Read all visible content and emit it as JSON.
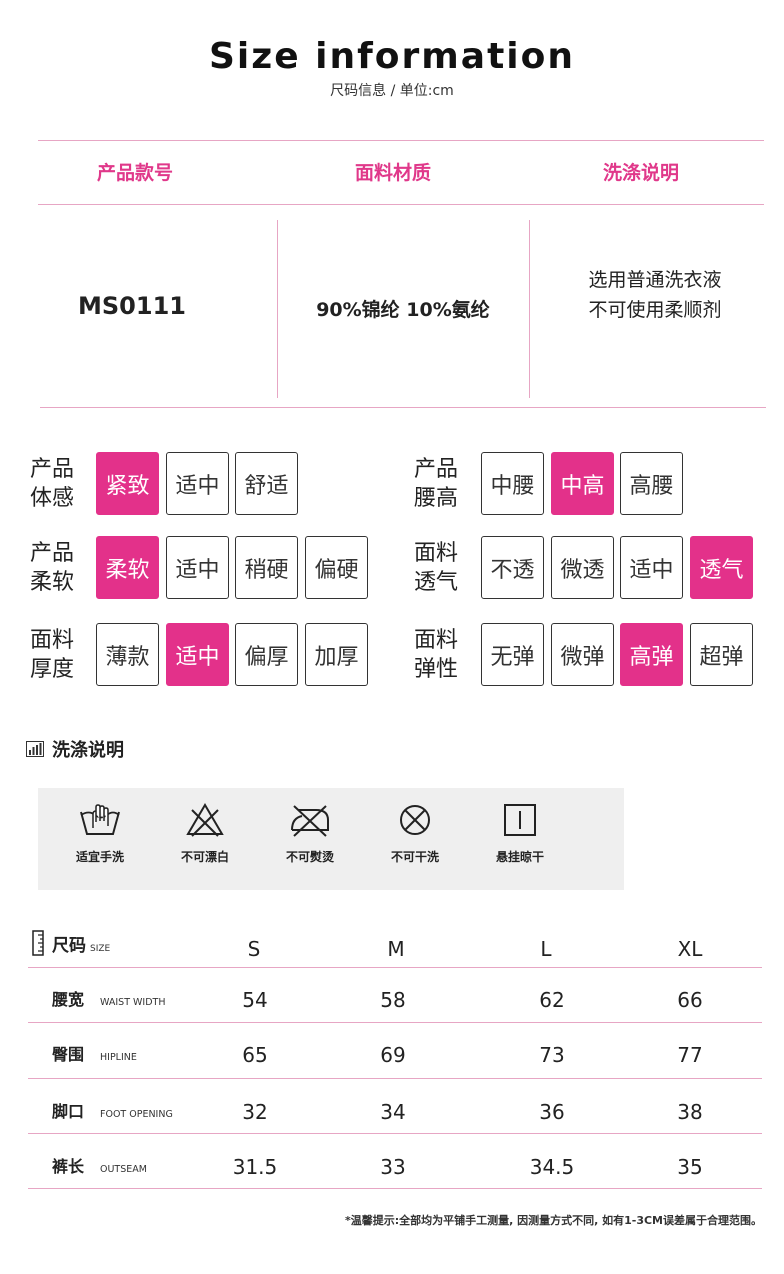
{
  "header": {
    "title": "Size information",
    "subtitle": "尺码信息 / 单位:cm"
  },
  "info_table": {
    "headers": [
      "产品款号",
      "面料材质",
      "洗涤说明"
    ],
    "product_id": "MS0111",
    "material": "90%锦纶 10%氨纶",
    "wash_lines": [
      "选用普通洗衣液",
      "不可使用柔顺剂"
    ]
  },
  "attributes": [
    {
      "label": [
        "产品",
        "体感"
      ],
      "options": [
        "紧致",
        "适中",
        "舒适"
      ],
      "selected": 0
    },
    {
      "label": [
        "产品",
        "腰高"
      ],
      "options": [
        "中腰",
        "中高",
        "高腰"
      ],
      "selected": 1
    },
    {
      "label": [
        "产品",
        "柔软"
      ],
      "options": [
        "柔软",
        "适中",
        "稍硬",
        "偏硬"
      ],
      "selected": 0
    },
    {
      "label": [
        "面料",
        "透气"
      ],
      "options": [
        "不透",
        "微透",
        "适中",
        "透气"
      ],
      "selected": 3
    },
    {
      "label": [
        "面料",
        "厚度"
      ],
      "options": [
        "薄款",
        "适中",
        "偏厚",
        "加厚"
      ],
      "selected": 1
    },
    {
      "label": [
        "面料",
        "弹性"
      ],
      "options": [
        "无弹",
        "微弹",
        "高弹",
        "超弹"
      ],
      "selected": 2
    }
  ],
  "care": {
    "title": "洗涤说明",
    "items": [
      {
        "icon": "hand-wash-icon",
        "label": "适宜手洗"
      },
      {
        "icon": "no-bleach-icon",
        "label": "不可漂白"
      },
      {
        "icon": "no-iron-icon",
        "label": "不可熨烫"
      },
      {
        "icon": "no-dry-clean-icon",
        "label": "不可干洗"
      },
      {
        "icon": "hang-dry-icon",
        "label": "悬挂晾干"
      }
    ]
  },
  "size_table": {
    "title_zh": "尺码",
    "title_en": "SIZE",
    "sizes": [
      "S",
      "M",
      "L",
      "XL"
    ],
    "rows": [
      {
        "zh": "腰宽",
        "en": "WAIST WIDTH",
        "values": [
          "54",
          "58",
          "62",
          "66"
        ]
      },
      {
        "zh": "臀围",
        "en": "HIPLINE",
        "values": [
          "65",
          "69",
          "73",
          "77"
        ]
      },
      {
        "zh": "脚口",
        "en": "FOOT OPENING",
        "values": [
          "32",
          "34",
          "36",
          "38"
        ]
      },
      {
        "zh": "裤长",
        "en": "OUTSEAM",
        "values": [
          "31.5",
          "33",
          "34.5",
          "35"
        ]
      }
    ]
  },
  "note": "*温馨提示:全部均为平铺手工测量, 因测量方式不同, 如有1-3CM误差属于合理范围。",
  "colors": {
    "accent": "#e3318a",
    "divider": "#e7a6c4"
  }
}
